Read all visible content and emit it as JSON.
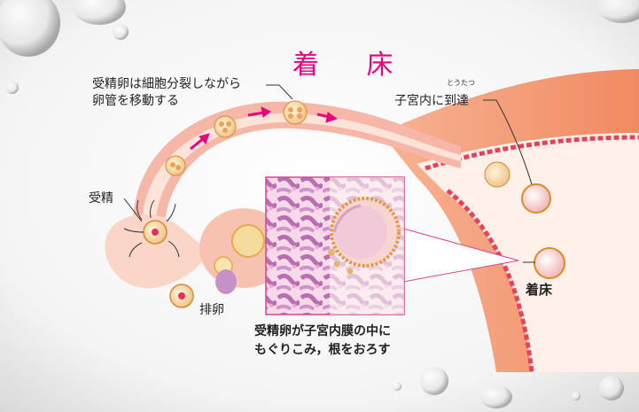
{
  "diagram": {
    "title": "着 床",
    "labels": {
      "dividing": "受精卵は細胞分裂しながら\n卵管を移動する",
      "arrived": "子宮内に到達",
      "arrived_ruby": "とうたつ",
      "fertilization": "受精",
      "ovulation": "排卵",
      "implantation": "着床",
      "burrowing": "受精卵が子宮内膜の中に\nもぐりこみ，根をおろす"
    },
    "colors": {
      "title": "#e6007e",
      "arrow": "#e6007e",
      "tube_wall": "#f6b6a8",
      "tube_inner": "#fde3d8",
      "uterus_wall": "#f39a78",
      "endometrium": "#e8425a",
      "zoom_border": "#d0488f"
    }
  }
}
